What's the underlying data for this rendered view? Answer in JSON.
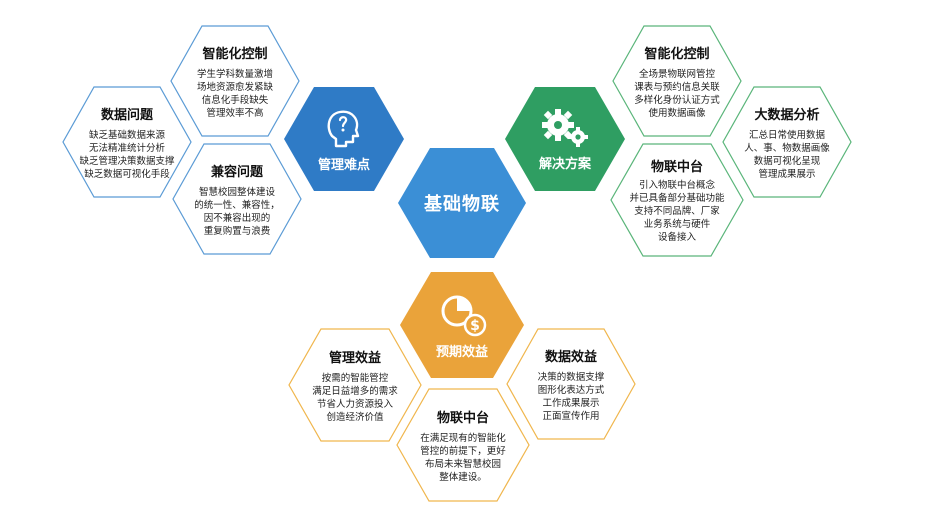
{
  "colors": {
    "center": "#3b8fd6",
    "blue": "#2f7bc6",
    "green": "#2f9e62",
    "orange": "#eaa33a",
    "border_blue": "#5b9bd5",
    "border_green": "#5ab57a",
    "border_orange": "#f0b64d"
  },
  "center": {
    "label": "基础物联"
  },
  "categories": {
    "management": {
      "label": "管理难点",
      "icon": "lightbulb-head-icon"
    },
    "solution": {
      "label": "解决方案",
      "icon": "gears-icon"
    },
    "benefit": {
      "label": "预期效益",
      "icon": "pie-dollar-icon"
    }
  },
  "cards": {
    "smart_control_left": {
      "title": "智能化控制",
      "lines": [
        "学生学科数量激增",
        "场地资源愈发紧缺",
        "信息化手段缺失",
        "管理效率不高"
      ]
    },
    "data_issue": {
      "title": "数据问题",
      "lines": [
        "缺乏基础数据来源",
        "无法精准统计分析",
        "缺乏管理决策数据支撑",
        "缺乏数据可视化手段"
      ]
    },
    "compat_issue": {
      "title": "兼容问题",
      "lines": [
        "智慧校园整体建设",
        "的统一性、兼容性，",
        "因不兼容出现的",
        "重复购置与浪费"
      ]
    },
    "smart_control_right": {
      "title": "智能化控制",
      "lines": [
        "全场景物联网管控",
        "课表与预约信息关联",
        "多样化身份认证方式",
        "使用数据画像"
      ]
    },
    "big_data": {
      "title": "大数据分析",
      "lines": [
        "汇总日常使用数据",
        "人、事、物数据画像",
        "数据可视化呈现",
        "管理成果展示"
      ]
    },
    "iot_platform_right": {
      "title": "物联中台",
      "lines": [
        "引入物联中台概念",
        "并已具备部分基础功能",
        "支持不同品牌、厂家",
        "业务系统与硬件",
        "设备接入"
      ]
    },
    "mgmt_benefit": {
      "title": "管理效益",
      "lines": [
        "按需的智能管控",
        "满足日益增多的需求",
        "节省人力资源投入",
        "创造经济价值"
      ]
    },
    "data_benefit": {
      "title": "数据效益",
      "lines": [
        "决策的数据支撑",
        "图形化表达方式",
        "工作成果展示",
        "正面宣传作用"
      ]
    },
    "iot_platform_bottom": {
      "title": "物联中台",
      "lines": [
        "在满足现有的智能化",
        "管控的前提下，更好",
        "布局未来智慧校园",
        "整体建设。"
      ]
    }
  }
}
